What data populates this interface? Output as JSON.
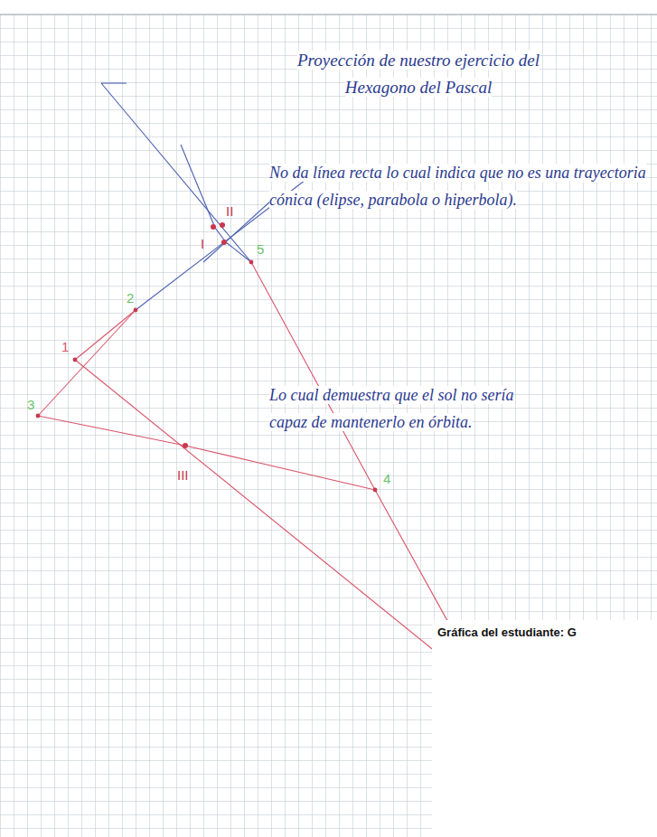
{
  "diagram": {
    "title": "Proyección de nuestro ejercicio del Hexagono del Pascal",
    "caption": "Gráfica del estudiante: G",
    "labels": [
      "3",
      "1",
      "2",
      "5",
      "II",
      "I",
      "III",
      "4",
      "No da línea recta lo cual indica que no es una trayectoria cónica (elipse, parabola o hiperbola).",
      "Lo cual demuestra que el sol no sería capaz de mantenerlo en órbita."
    ]
  }
}
